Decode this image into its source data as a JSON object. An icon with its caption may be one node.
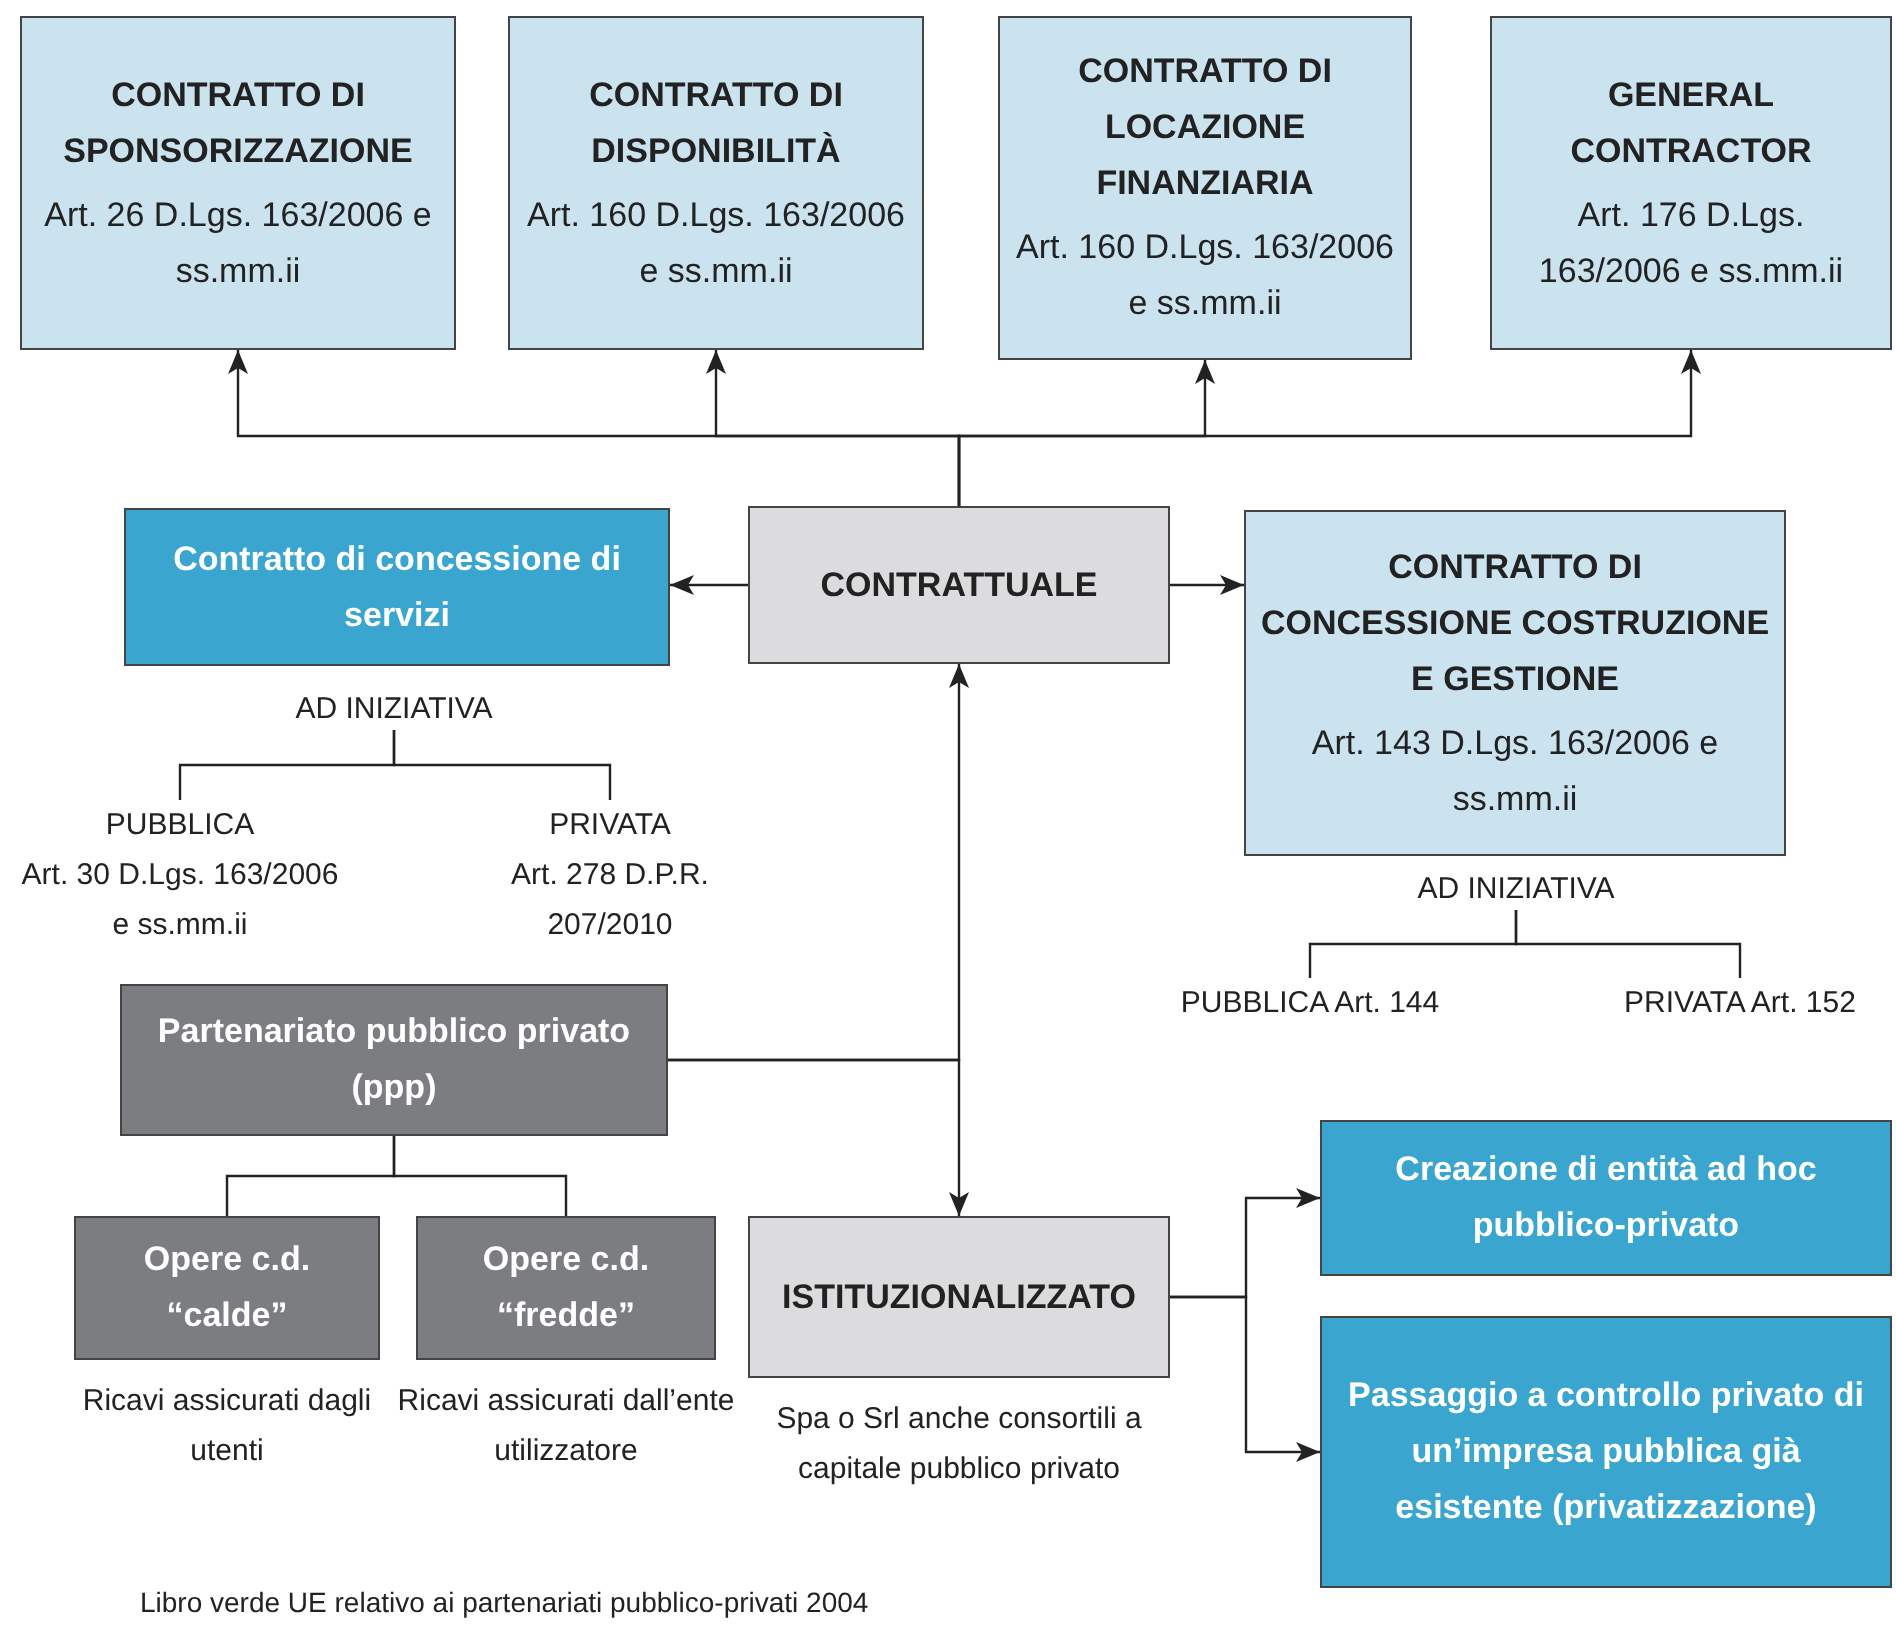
{
  "diagram": {
    "caption": "Libro verde UE relativo ai partenariati pubblico-privati 2004",
    "nodes": [
      {
        "text": [
          "CONTRATTO DI SPONSORIZZAZIONE",
          "Art. 26 D.Lgs. 163/2006 e ss.mm.ii"
        ]
      },
      {
        "text": [
          "CONTRATTO DI DISPONIBILITÀ",
          "Art. 160 D.Lgs. 163/2006 e ss.mm.ii"
        ]
      },
      {
        "text": [
          "CONTRATTO DI LOCAZIONE FINANZIARIA",
          "Art. 160 D.Lgs. 163/2006 e ss.mm.ii"
        ]
      },
      {
        "text": [
          "GENERAL CONTRACTOR",
          "Art. 176 D.Lgs. 163/2006 e ss.mm.ii"
        ]
      },
      {
        "text": [
          "Contratto di concessione di servizi"
        ]
      },
      {
        "text": [
          "CONTRATTUALE"
        ]
      },
      {
        "text": [
          "CONTRATTO DI CONCESSIONE COSTRUZIONE E GESTIONE",
          "Art. 143 D.Lgs. 163/2006 e ss.mm.ii"
        ]
      },
      {
        "text": [
          "AD INIZIATIVA"
        ]
      },
      {
        "text": [
          "PUBBLICA",
          "Art. 30 D.Lgs. 163/2006 e ss.mm.ii"
        ]
      },
      {
        "text": [
          "PRIVATA",
          "Art. 278 D.P.R. 207/2010"
        ]
      },
      {
        "text": [
          "AD INIZIATIVA"
        ]
      },
      {
        "text": [
          "PUBBLICA Art. 144"
        ]
      },
      {
        "text": [
          "PRIVATA Art. 152"
        ]
      },
      {
        "text": [
          "Partenariato pubblico privato (ppp)"
        ]
      },
      {
        "text": [
          "Opere c.d. “calde”"
        ],
        "beside": [
          "Ricavi assicurati dagli utenti"
        ]
      },
      {
        "text": [
          "Opere c.d. “fredde”"
        ],
        "beside": [
          "Ricavi assicurati dall’ente utilizzatore"
        ]
      },
      {
        "text": [
          "ISTITUZIONALIZZATO"
        ],
        "beside": [
          "Spa o Srl anche consortili a capitale pubblico privato"
        ]
      },
      {
        "text": [
          "Creazione di entità ad hoc pubblico-privato"
        ]
      },
      {
        "text": [
          "Passaggio a controllo privato di un’impresa pubblica già esistente (privatizzazione)"
        ]
      }
    ],
    "edges": [
      {
        "from": 5,
        "to": 0,
        "arrow": "to"
      },
      {
        "from": 5,
        "to": 1,
        "arrow": "to"
      },
      {
        "from": 5,
        "to": 2,
        "arrow": "to"
      },
      {
        "from": 5,
        "to": 3,
        "arrow": "to"
      },
      {
        "from": 5,
        "to": 4,
        "arrow": "to"
      },
      {
        "from": 5,
        "to": 6,
        "arrow": "to"
      },
      {
        "from": 7,
        "to": 8,
        "arrow": "none"
      },
      {
        "from": 7,
        "to": 9,
        "arrow": "none"
      },
      {
        "from": 10,
        "to": 11,
        "arrow": "none"
      },
      {
        "from": 10,
        "to": 12,
        "arrow": "none"
      },
      {
        "from": 13,
        "to": 5,
        "arrow": "to"
      },
      {
        "from": 13,
        "to": 16,
        "arrow": "to"
      },
      {
        "from": 13,
        "to": 14,
        "arrow": "none"
      },
      {
        "from": 13,
        "to": 15,
        "arrow": "none"
      },
      {
        "from": 16,
        "to": 17,
        "arrow": "to"
      },
      {
        "from": 16,
        "to": 18,
        "arrow": "to"
      }
    ]
  }
}
